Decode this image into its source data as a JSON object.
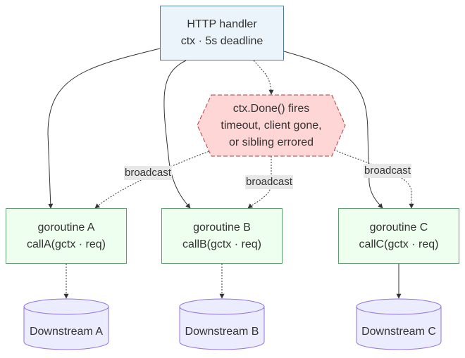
{
  "nodes": {
    "handler": {
      "line1": "HTTP handler",
      "line2": "ctx · 5s deadline"
    },
    "done": {
      "line1": "ctx.Done() fires",
      "line2": "timeout, client gone,",
      "line3": "or sibling errored"
    },
    "goroutine_a": {
      "line1": "goroutine A",
      "line2": "callA(gctx · req)"
    },
    "goroutine_b": {
      "line1": "goroutine B",
      "line2": "callB(gctx · req)"
    },
    "goroutine_c": {
      "line1": "goroutine C",
      "line2": "callC(gctx · req)"
    },
    "downstream_a": {
      "label": "Downstream A"
    },
    "downstream_b": {
      "label": "Downstream B"
    },
    "downstream_c": {
      "label": "Downstream C"
    }
  },
  "edge_labels": {
    "to_a": "broadcast",
    "to_b": "broadcast",
    "to_c": "broadcast"
  },
  "colors": {
    "handler_fill": "#eaf4fa",
    "goroutine_fill": "#efffef",
    "done_fill": "#ffd6d6",
    "done_stroke": "#b33a3a",
    "db_fill": "#ececff",
    "db_stroke": "#9370db",
    "edge": "#333333"
  }
}
